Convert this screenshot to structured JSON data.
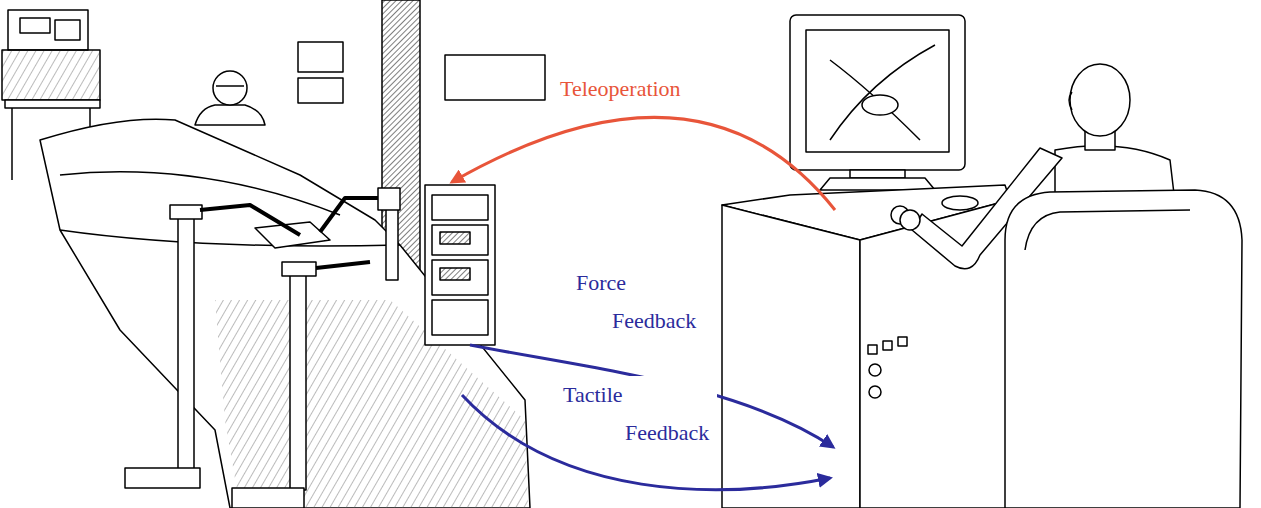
{
  "diagram": {
    "labels": [
      "Teleoperation",
      "Force Feedback",
      "Tactile Feedback"
    ]
  }
}
